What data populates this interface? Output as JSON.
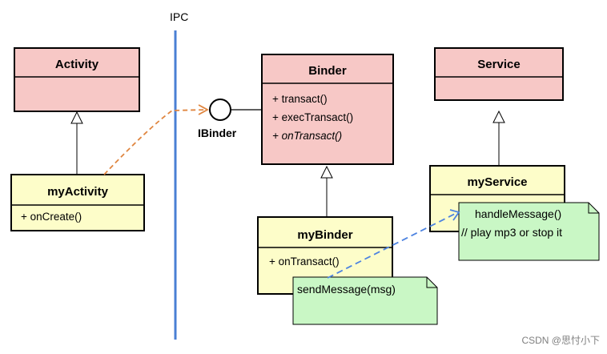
{
  "divider": {
    "label": "IPC",
    "color": "#4a7fd4"
  },
  "interface": {
    "label": "IBinder"
  },
  "classes": {
    "activity": {
      "title": "Activity"
    },
    "my_activity": {
      "title": "myActivity",
      "members": [
        "+ onCreate()"
      ]
    },
    "binder": {
      "title": "Binder",
      "members": [
        "+ transact()",
        "+ execTransact()",
        "+ onTransact()"
      ]
    },
    "my_binder": {
      "title": "myBinder",
      "members": [
        "+ onTransact()"
      ]
    },
    "service": {
      "title": "Service"
    },
    "my_service": {
      "title": "myService"
    }
  },
  "notes": {
    "handle": {
      "line1": "handleMessage()",
      "line2": "// play mp3 or stop it"
    },
    "send": {
      "line1": "sendMessage(msg)"
    }
  },
  "colors": {
    "abstract_fill": "#f7c8c6",
    "concrete_fill": "#fdfdc9",
    "note_fill": "#c9f7c5",
    "dependency_color": "#e08640",
    "message_color": "#4d83e0"
  },
  "watermark": "CSDN @思忖小下"
}
